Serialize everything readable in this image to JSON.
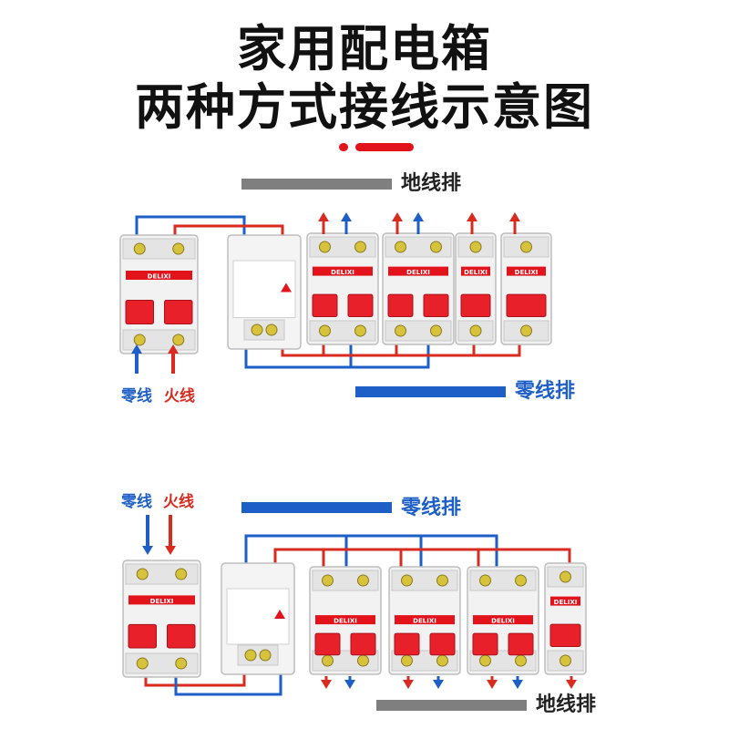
{
  "title": {
    "line1": "家用配电箱",
    "line2": "两种方式接线示意图"
  },
  "colors": {
    "live": "#d92b1f",
    "neutral": "#1e5fc7",
    "ground": "#7f7f7f",
    "breaker_red": "#e8202a",
    "title": "#111111"
  },
  "diagram1": {
    "ground_bar_label": "地线排",
    "neutral_bar_label": "零线排",
    "neutral_input_label": "零线",
    "live_input_label": "火线"
  },
  "diagram2": {
    "neutral_bar_label": "零线排",
    "ground_bar_label": "地线排",
    "neutral_input_label": "零线",
    "live_input_label": "火线"
  },
  "breaker_brand": "DELIXI"
}
